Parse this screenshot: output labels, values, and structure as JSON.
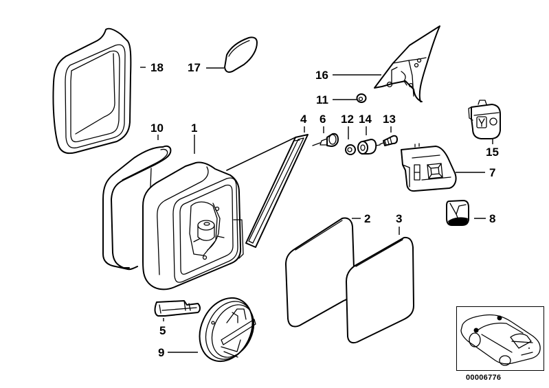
{
  "diagram": {
    "title": "Exterior mirror parts diagram",
    "reference_number": "00006776",
    "colors": {
      "line": "#000000",
      "background": "#ffffff"
    },
    "callouts": [
      {
        "id": "18",
        "label": "18",
        "part": "mirror-cover-trim-ring"
      },
      {
        "id": "17",
        "label": "17",
        "part": "small-mirror-glass"
      },
      {
        "id": "16",
        "label": "16",
        "part": "triangle-mounting-plate"
      },
      {
        "id": "11",
        "label": "11",
        "part": "clip-nut"
      },
      {
        "id": "10",
        "label": "10",
        "part": "cover-seal"
      },
      {
        "id": "1",
        "label": "1",
        "part": "mirror-housing"
      },
      {
        "id": "4",
        "label": "4",
        "part": "gasket"
      },
      {
        "id": "6",
        "label": "6",
        "part": "bolt"
      },
      {
        "id": "12",
        "label": "12",
        "part": "grommet"
      },
      {
        "id": "14",
        "label": "14",
        "part": "bushing"
      },
      {
        "id": "13",
        "label": "13",
        "part": "screw"
      },
      {
        "id": "15",
        "label": "15",
        "part": "mirror-switch-small"
      },
      {
        "id": "7",
        "label": "7",
        "part": "mirror-switch"
      },
      {
        "id": "2",
        "label": "2",
        "part": "mirror-glass-heated"
      },
      {
        "id": "3",
        "label": "3",
        "part": "mirror-glass"
      },
      {
        "id": "8",
        "label": "8",
        "part": "switch-cap"
      },
      {
        "id": "5",
        "label": "5",
        "part": "bracket"
      },
      {
        "id": "9",
        "label": "9",
        "part": "mirror-motor"
      }
    ],
    "locator_inset": {
      "label": "vehicle-locator"
    }
  }
}
